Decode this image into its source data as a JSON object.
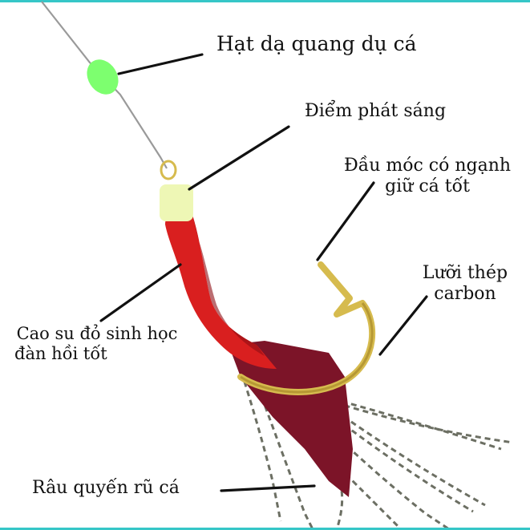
{
  "colors": {
    "frame": "#36c6c7",
    "line": "#111111",
    "leader": "#9a9a9a",
    "bead": "#7dff6f",
    "glow": "#eef7b5",
    "rubber": "#d91f1f",
    "rubber_dark": "#8e0e14",
    "fin": "#7c1428",
    "hook": "#d6bb4e",
    "hook_dark": "#a8892a",
    "tentacle": "#6c6f63",
    "tentacle_spot": "#c7efb4"
  },
  "labels": {
    "bead": "Hạt dạ quang dụ cá",
    "glow_point": "Điểm phát sáng",
    "hook_point_line1": "Đầu móc có ngạnh",
    "hook_point_line2": "giữ cá tốt",
    "carbon_line1": "Lưỡi thép",
    "carbon_line2": "carbon",
    "rubber_line1": "Cao su đỏ sinh học",
    "rubber_line2": "đàn hồi tốt",
    "tentacles": "Râu quyến rũ cá"
  }
}
